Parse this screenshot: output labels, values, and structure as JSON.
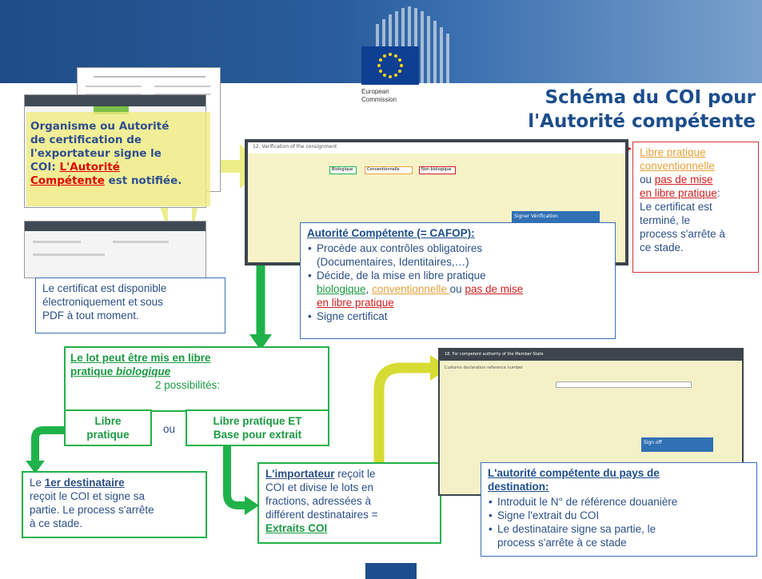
{
  "header": {
    "ec_label_line1": "European",
    "ec_label_line2": "Commission",
    "title_line1": "Schéma du COI pour",
    "title_line2": "l'Autorité compétente"
  },
  "colors": {
    "brand_blue": "#1c4d8c",
    "green": "#1fb24a",
    "red": "#d21e1e",
    "orange": "#e6a23a",
    "yellow_arrow": "#e4e86c"
  },
  "exporter_box": {
    "line1": "Organisme ou Autorité",
    "line2": "de certification de",
    "line3": "l'exportateur signe le",
    "line4_prefix": "COI: ",
    "line4_link": "L'Autorité",
    "line5_link": "Compétente",
    "line5_suffix": " est notifiée."
  },
  "pdf_box": {
    "line1": "Le certificat est disponible",
    "line2": "électroniquement et sous",
    "line3": "PDF à tout moment."
  },
  "shot_labels": {
    "section": "12. Verification of the consignment",
    "opt1": "Biologique",
    "opt2": "Conventionnelle",
    "opt3": "Non biologique",
    "sign": "Signer Vérification"
  },
  "red_box": {
    "l1": "Libre pratique",
    "l2": "conventionnelle",
    "l3_a": "ou ",
    "l3_b": "pas de mise",
    "l4": "en libre pratique",
    "l4_c": ":",
    "l5": "Le certificat est",
    "l6": "terminé, le",
    "l7": "process s'arrête à",
    "l8": "ce stade."
  },
  "cafop_box": {
    "heading": "Autorité Compétente (= CAFOP):",
    "b1_l1": "Procède aux contrôles obligatoires",
    "b1_l2": "(Documentaires, Identitaires,…)",
    "b2_l1": "Décide, de la mise en libre pratique",
    "b2_bio": "biologique",
    "b2_comma": ", ",
    "b2_conv": "conventionnelle ",
    "b2_ou": "ou ",
    "b2_pas": "pas de mise",
    "b2_l3": "en libre pratique",
    "b3": "Signe certificat"
  },
  "lot_box": {
    "l1": "Le lot peut être mis en libre",
    "l2_a": "pratique ",
    "l2_b": "biologique",
    "l3": "2 possibilités:"
  },
  "libre_box": {
    "l1": "Libre",
    "l2": "pratique"
  },
  "ou_label": "ou",
  "extrait_box": {
    "l1": "Libre pratique ET",
    "l2": "Base pour extrait"
  },
  "dest_box": {
    "l1_a": "Le ",
    "l1_b": "1er destinataire",
    "l2": "reçoit le COI et signe sa",
    "l3": "partie. Le process s'arrête",
    "l4": "à ce stade."
  },
  "importer_box": {
    "l1_a": "L'importateur",
    "l1_b": " reçoit le",
    "l2": "COI et divise le lots en",
    "l3": "fractions, adressées à",
    "l4": "différent destinataires =",
    "l5": "Extraits COI"
  },
  "dest_country_box": {
    "heading_l1": "L'autorité compétente du pays de",
    "heading_l2": "destination:",
    "b1": "Introduit le N° de référence douanière",
    "b2": "Signe l'extrait du COI",
    "b3_l1": "Le destinataire signe sa partie, le",
    "b3_l2": "process s'arrête à ce stade"
  },
  "shot2_labels": {
    "header": "18. For competent authority of the Member State",
    "field": "Customs declaration reference number",
    "sign": "Sign off"
  }
}
